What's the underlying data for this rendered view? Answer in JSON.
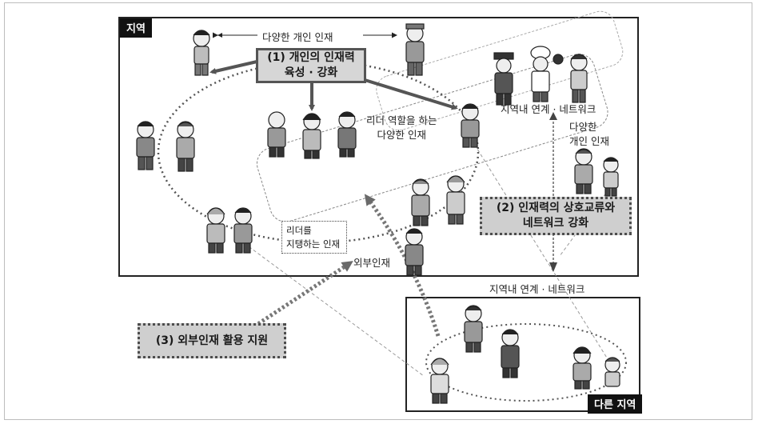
{
  "region_tag": "지역",
  "other_region_tag": "다른 지역",
  "diverse_personnel_top": "다양한 개인 인재",
  "box1": {
    "line1": "(1) 개인의 인재력",
    "line2": "육성 · 강화"
  },
  "leader_role_label": {
    "line1": "리더 역할을 하는",
    "line2": "다양한 인재"
  },
  "network_label_inside": "지역내 연계 · 네트워크",
  "diverse_personnel_right": {
    "line1": "다양한",
    "line2": "개인 인재"
  },
  "box2": {
    "line1": "(2) 인재력의 상호교류와",
    "line2": "네트워크 강화"
  },
  "support_leader_label": {
    "line1": "리더를",
    "line2": "지탱하는 인재"
  },
  "external_person_label": "외부인재",
  "network_label_outside": "지역내 연계 · 네트워크",
  "box3": "(3) 외부인재 활용 지원"
}
